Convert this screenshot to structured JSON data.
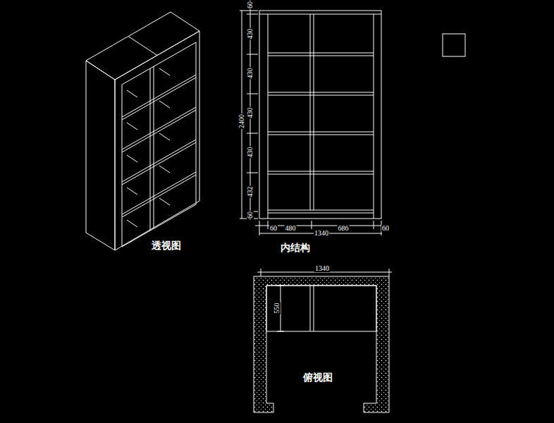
{
  "diagram": {
    "labels": [
      "60",
      "430",
      "430",
      "430",
      "2400",
      "430",
      "432",
      "60",
      "60",
      "480",
      "1340",
      "686",
      "60",
      "透视图",
      "内结构",
      "1340",
      "550",
      "俯视图"
    ]
  }
}
